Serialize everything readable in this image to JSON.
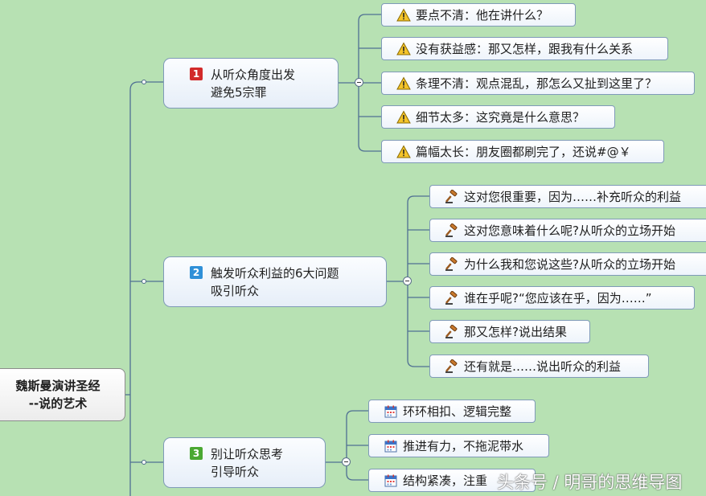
{
  "root": {
    "line1": "魏斯曼演讲圣经",
    "line2": "--说的艺术"
  },
  "topics": [
    {
      "num": "1",
      "color": "#d22a2a",
      "line1": "从听众角度出发",
      "line2": "避免5宗罪",
      "icon": "warning-icon",
      "items": [
        "要点不清：他在讲什么？",
        "没有获益感：那又怎样，跟我有什么关系",
        "条理不清：观点混乱，那怎么又扯到这里了？",
        "细节太多：这究竟是什么意思？",
        "篇幅太长：朋友圈都刷完了，还说#@￥"
      ]
    },
    {
      "num": "2",
      "color": "#2f90d8",
      "line1": "触发听众利益的6大问题",
      "line2": "吸引听众",
      "icon": "gavel-icon",
      "items": [
        "这对您很重要，因为……补充听众的利益",
        "这对您意味着什么呢?从听众的立场开始",
        "为什么我和您说这些?从听众的立场开始",
        "谁在乎呢?“您应该在乎，因为……”",
        "那又怎样?说出结果",
        "还有就是……说出听众的利益"
      ]
    },
    {
      "num": "3",
      "color": "#4aa832",
      "line1": "别让听众思考",
      "line2": "引导听众",
      "icon": "calendar-icon",
      "items": [
        "环环相扣、逻辑完整",
        "推进有力，不拖泥带水",
        "结构紧凑，注重"
      ]
    }
  ],
  "watermark": "头条号 / 明哥的思维导图"
}
